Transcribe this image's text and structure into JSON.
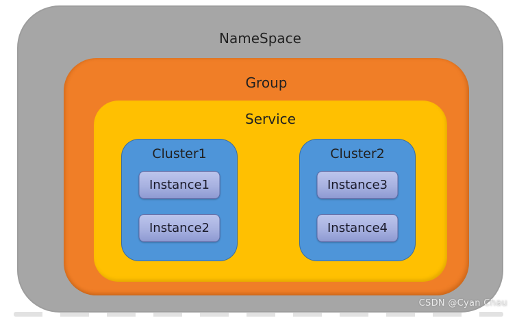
{
  "diagram": {
    "namespace": {
      "label": "NameSpace"
    },
    "group": {
      "label": "Group"
    },
    "service": {
      "label": "Service"
    },
    "clusters": [
      {
        "label": "Cluster1",
        "instances": [
          {
            "label": "Instance1"
          },
          {
            "label": "Instance2"
          }
        ]
      },
      {
        "label": "Cluster2",
        "instances": [
          {
            "label": "Instance3"
          },
          {
            "label": "Instance4"
          }
        ]
      }
    ]
  },
  "watermark": {
    "text": "CSDN @Cyan Chau"
  },
  "colors": {
    "namespace_fill": "#A6A6A6",
    "group_fill": "#F07E27",
    "service_fill": "#FFC001",
    "cluster_fill": "#4E95D9",
    "instance_fill_top": "#BCC5EC",
    "instance_fill_bottom": "#8E9AD2",
    "instance_border": "#5A69A4",
    "label_text": "#212121",
    "watermark_text": "#EBEBEB",
    "page_background": "#FFFFFF"
  }
}
